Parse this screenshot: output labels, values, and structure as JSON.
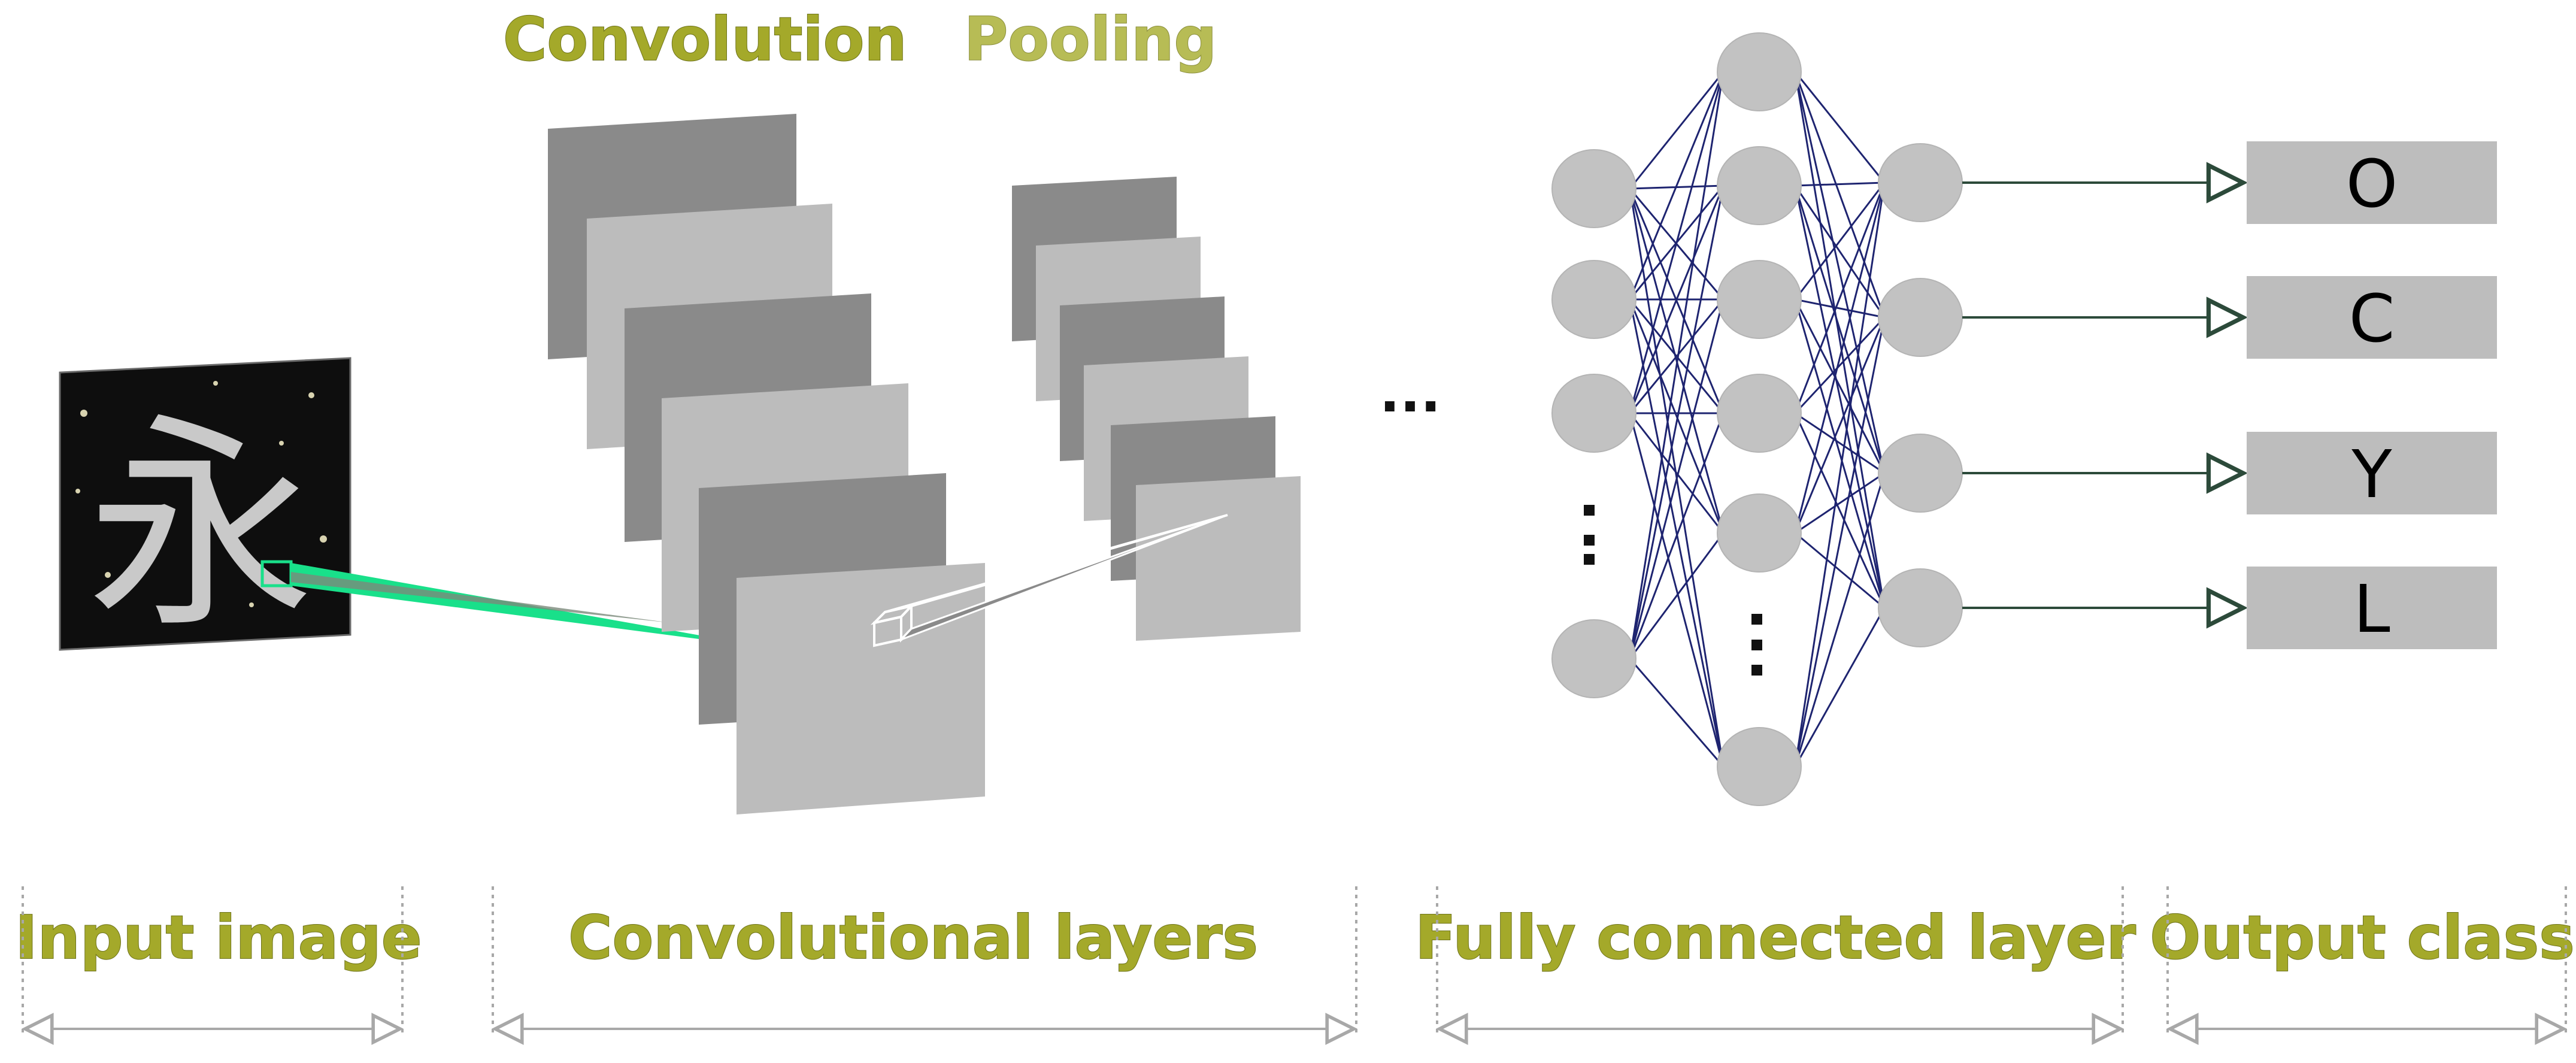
{
  "top_labels": {
    "convolution": "Convolution",
    "pooling": "Pooling"
  },
  "section_labels": {
    "input_image": "Input image",
    "convolutional_layers": "Convolutional layers",
    "fully_connected_layer": "Fully connected layer",
    "output_class": "Output class"
  },
  "input_character": "永",
  "ellipsis": "···",
  "output_classes": [
    "O",
    "C",
    "Y",
    "L"
  ],
  "colors": {
    "label_olive": "#a4a92a",
    "feature_map_dark": "#8a8a8a",
    "feature_map_light": "#bcbcbc",
    "neuron": "#c2c2c2",
    "connection": "#1e2470",
    "receptive_field": "#19e08a",
    "output_arrow": "#2c4a3a"
  }
}
